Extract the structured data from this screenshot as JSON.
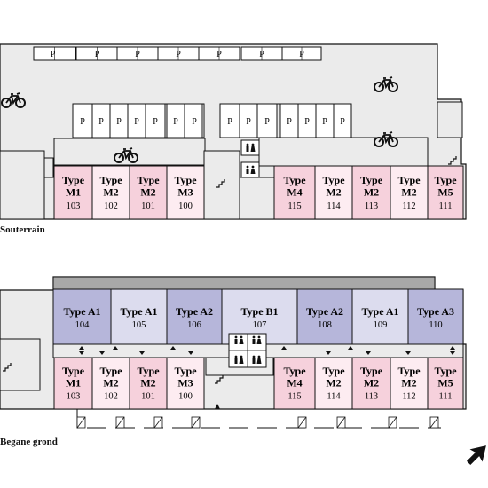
{
  "floor_labels": {
    "souterrain": "Souterrain",
    "begane_grond": "Begane grond"
  },
  "parking_symbol": "P",
  "colors": {
    "pink": "#f6d1dc",
    "light_pink": "#fdecf1",
    "lavender": "#b6b6da",
    "light_lavender": "#dcdcee",
    "floor_grey": "#ebebeb",
    "dark_grey": "#a8a8a8",
    "wall": "#111111"
  },
  "icons": {
    "bicycle": "bicycle-icon",
    "toilet": "toilet-icon",
    "stairs": "stairs-icon",
    "north": "north-arrow-icon"
  },
  "souterrain_units": [
    {
      "type": "Type M1",
      "number": "103",
      "color": "pink"
    },
    {
      "type": "Type M2",
      "number": "102",
      "color": "light_pink"
    },
    {
      "type": "Type M2",
      "number": "101",
      "color": "pink"
    },
    {
      "type": "Type M3",
      "number": "100",
      "color": "light_pink"
    },
    {
      "type": "Type M4",
      "number": "115",
      "color": "pink"
    },
    {
      "type": "Type M2",
      "number": "114",
      "color": "light_pink"
    },
    {
      "type": "Type M2",
      "number": "113",
      "color": "pink"
    },
    {
      "type": "Type M2",
      "number": "112",
      "color": "light_pink"
    },
    {
      "type": "Type M5",
      "number": "111",
      "color": "pink"
    }
  ],
  "ground_upper_units": [
    {
      "type": "Type A1",
      "number": "104",
      "color": "lavender"
    },
    {
      "type": "Type A1",
      "number": "105",
      "color": "light_lavender"
    },
    {
      "type": "Type A2",
      "number": "106",
      "color": "lavender"
    },
    {
      "type": "Type B1",
      "number": "107",
      "color": "light_lavender"
    },
    {
      "type": "Type A2",
      "number": "108",
      "color": "lavender"
    },
    {
      "type": "Type A1",
      "number": "109",
      "color": "light_lavender"
    },
    {
      "type": "Type A3",
      "number": "110",
      "color": "lavender"
    }
  ],
  "ground_lower_units": [
    {
      "type": "Type M1",
      "number": "103",
      "color": "pink"
    },
    {
      "type": "Type M2",
      "number": "102",
      "color": "light_pink"
    },
    {
      "type": "Type M2",
      "number": "101",
      "color": "pink"
    },
    {
      "type": "Type M3",
      "number": "100",
      "color": "light_pink"
    },
    {
      "type": "Type M4",
      "number": "115",
      "color": "pink"
    },
    {
      "type": "Type M2",
      "number": "114",
      "color": "light_pink"
    },
    {
      "type": "Type M2",
      "number": "113",
      "color": "pink"
    },
    {
      "type": "Type M2",
      "number": "112",
      "color": "light_pink"
    },
    {
      "type": "Type M5",
      "number": "111",
      "color": "pink"
    }
  ]
}
